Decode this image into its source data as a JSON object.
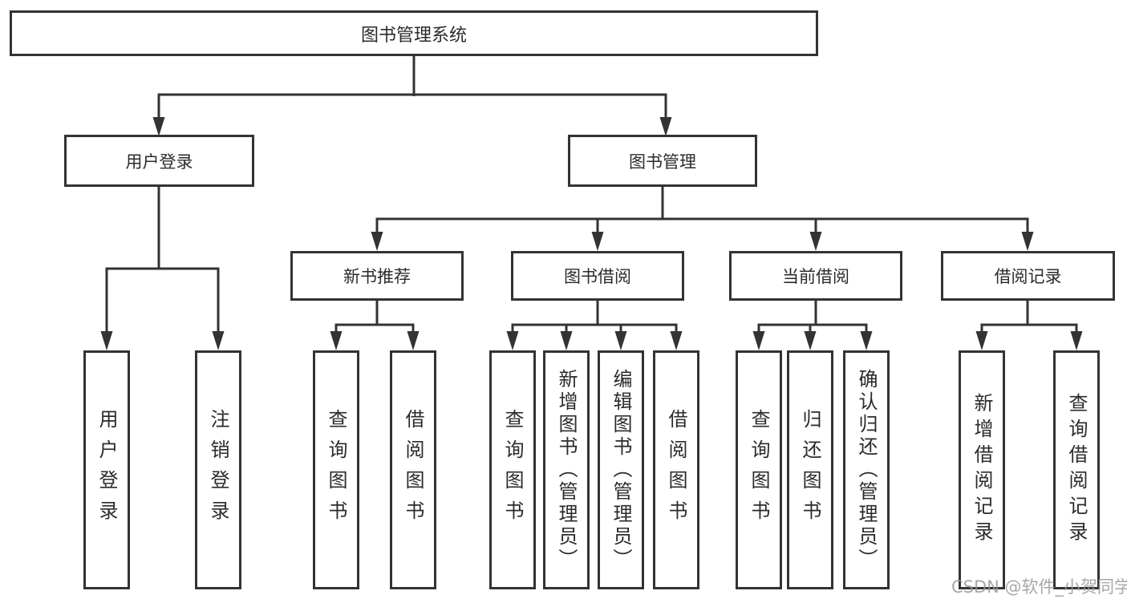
{
  "diagram_title": "图书管理系统",
  "tree": {
    "label": "图书管理系统",
    "children": [
      {
        "label": "用户登录",
        "children": [
          {
            "label": "用户登录"
          },
          {
            "label": "注销登录"
          }
        ]
      },
      {
        "label": "图书管理",
        "children": [
          {
            "label": "新书推荐",
            "children": [
              {
                "label": "查询图书"
              },
              {
                "label": "借阅图书"
              }
            ]
          },
          {
            "label": "图书借阅",
            "children": [
              {
                "label": "查询图书"
              },
              {
                "label": "新增图书（管理员）"
              },
              {
                "label": "编辑图书（管理员）"
              },
              {
                "label": "借阅图书"
              }
            ]
          },
          {
            "label": "当前借阅",
            "children": [
              {
                "label": "查询图书"
              },
              {
                "label": "归还图书"
              },
              {
                "label": "确认归还（管理员）"
              }
            ]
          },
          {
            "label": "借阅记录",
            "children": [
              {
                "label": "新增借阅记录"
              },
              {
                "label": "查询借阅记录"
              }
            ]
          }
        ]
      }
    ]
  },
  "watermark": {
    "text": "CSDN @软件_小贺同学",
    "color": "#999999"
  },
  "colors": {
    "line": "#333333",
    "border": "#333333",
    "text": "#2b2b2b",
    "background": "#ffffff"
  }
}
